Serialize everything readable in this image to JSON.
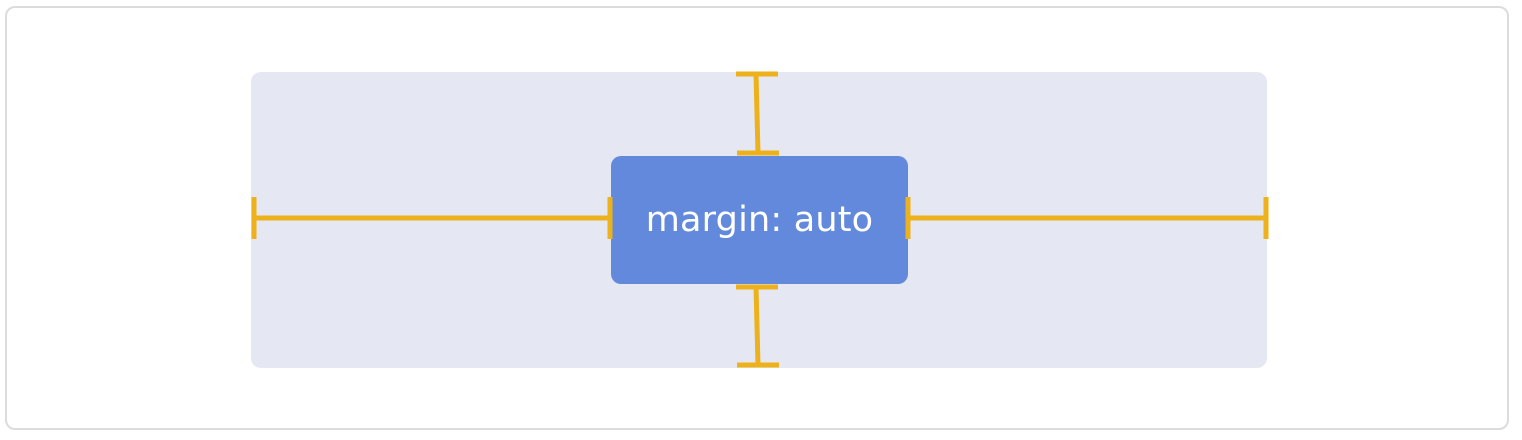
{
  "diagram": {
    "child_label": "margin: auto",
    "colors": {
      "container": "#e5e8f3",
      "child": "#6389dc",
      "marker": "#edb11b",
      "frame_border": "#dcdcdc"
    },
    "markers": [
      "top-margin",
      "bottom-margin",
      "left-margin",
      "right-margin"
    ]
  }
}
